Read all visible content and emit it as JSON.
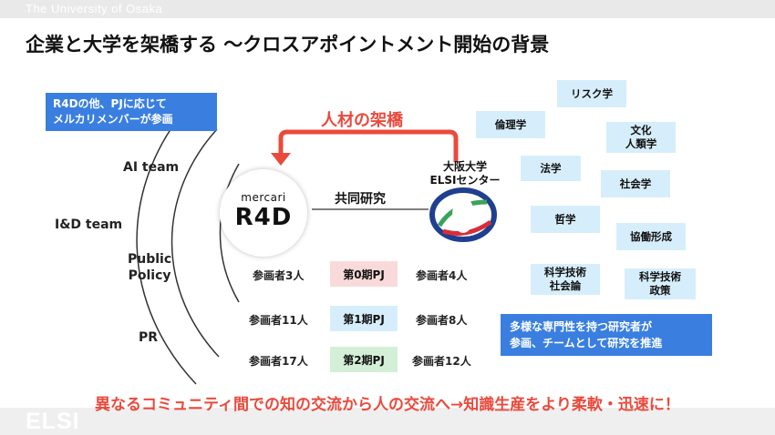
{
  "header": {
    "university": "The University of Osaka"
  },
  "title": "企業と大学を架橋する ～クロスアポイントメント開始の背景",
  "note_box": {
    "line1": "R4Dの他、PJに応じて",
    "line2": "メルカリメンバーが参画"
  },
  "teams": {
    "ai": "AI team",
    "id": "I&D team",
    "public_line1": "Public",
    "public_line2": "Policy",
    "pr": "PR"
  },
  "mercari": {
    "brand": "mercari",
    "name": "R4D"
  },
  "bridge_label": "人材の架橋",
  "joint_research": "共同研究",
  "osaka": {
    "line1": "大阪大学",
    "line2": "ELSIセンター"
  },
  "disciplines": [
    {
      "line1": "リスク学",
      "line2": ""
    },
    {
      "line1": "倫理学",
      "line2": ""
    },
    {
      "line1": "文化",
      "line2": "人類学"
    },
    {
      "line1": "法学",
      "line2": ""
    },
    {
      "line1": "社会学",
      "line2": ""
    },
    {
      "line1": "哲学",
      "line2": ""
    },
    {
      "line1": "協働形成",
      "line2": ""
    },
    {
      "line1": "科学技術",
      "line2": "社会論"
    },
    {
      "line1": "科学技術",
      "line2": "政策"
    }
  ],
  "projects": [
    {
      "left": "参画者3人",
      "label": "第0期PJ",
      "right": "参画者4人",
      "color": "#f9dada"
    },
    {
      "left": "参画者11人",
      "label": "第1期PJ",
      "right": "参画者8人",
      "color": "#d6eefb"
    },
    {
      "left": "参画者17人",
      "label": "第2期PJ",
      "right": "参画者12人",
      "color": "#d3f0d6"
    }
  ],
  "research_box": {
    "line1": "多様な専門性を持つ研究者が",
    "line2": "参画、チームとして研究を推進"
  },
  "footer": "異なるコミュニティ間での知の交流から人の交流へ→知識生産をより柔軟・迅速に！",
  "footer_watermark": "ELSI",
  "colors": {
    "accent_red": "#e94a3c",
    "blue_box": "#3a7fe0",
    "light_blue": "#d6eefb",
    "pink": "#f9dada",
    "green": "#d3f0d6"
  }
}
